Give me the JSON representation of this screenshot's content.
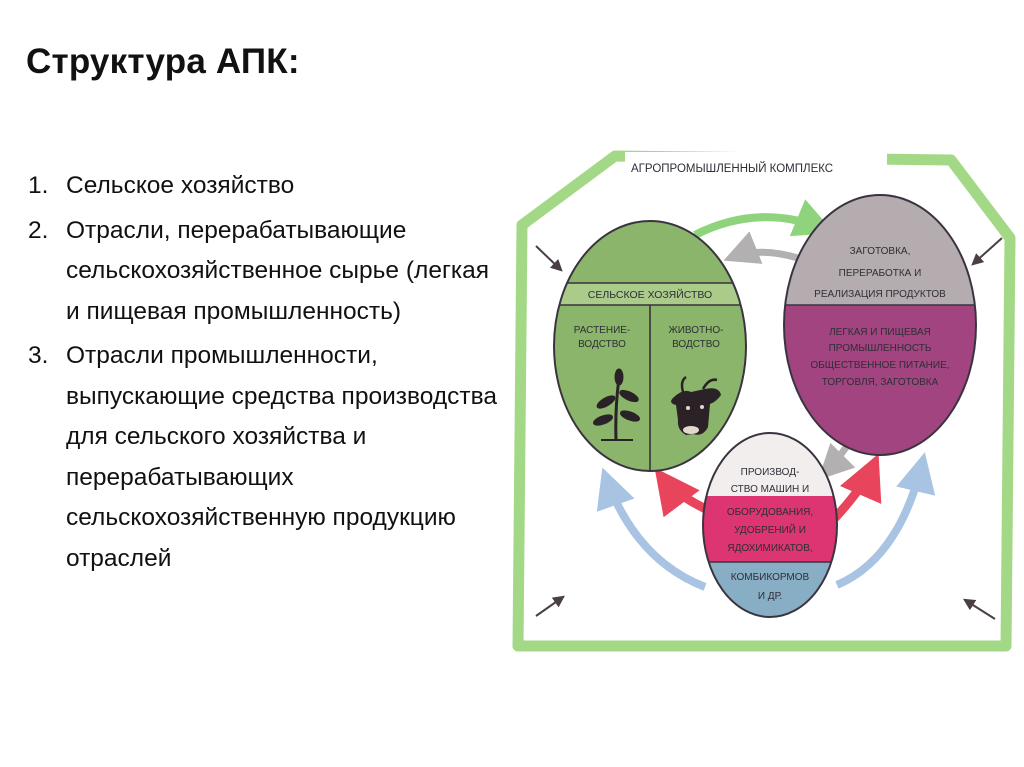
{
  "slide": {
    "title": "Структура АПК:"
  },
  "list": [
    {
      "number": "1.",
      "text": "Сельское хозяйство"
    },
    {
      "number": "2.",
      "text": "Отрасли, перерабатывающие сельскохозяйственное сырье (легкая и пищевая промышленность)"
    },
    {
      "number": "3.",
      "text": "Отрасли промышленности, выпускающие средства производства для сельского хозяйства и перерабатывающих сельскохозяйственную продукцию отраслей"
    }
  ],
  "diagram": {
    "frame_label": "АГРОПРОМЫШЛЕННЫЙ КОМПЛЕКС",
    "agriculture": {
      "title": "СЕЛЬСКОЕ ХОЗЯЙСТВО",
      "crop_line1": "РАСТЕНИЕ-",
      "crop_line2": "ВОДСТВО",
      "livestock_line1": "ЖИВОТНО-",
      "livestock_line2": "ВОДСТВО",
      "crop_icon": "plant-icon",
      "livestock_icon": "cow-icon"
    },
    "processing": {
      "header_line1": "ЗАГОТОВКА,",
      "header_line2": "ПЕРЕРАБОТКА И",
      "header_line3": "РЕАЛИЗАЦИЯ ПРОДУКТОВ",
      "body_line1": "ЛЕГКАЯ И ПИЩЕВАЯ",
      "body_line2": "ПРОМЫШЛЕННОСТЬ",
      "body_line3": "ОБЩЕСТВЕННОЕ ПИТАНИЕ,",
      "body_line4": "ТОРГОВЛЯ, ЗАГОТОВКА"
    },
    "production": {
      "line1": "ПРОИЗВОД-",
      "line2": "СТВО МАШИН И",
      "line3": "ОБОРУДОВАНИЯ,",
      "line4": "УДОБРЕНИЙ И",
      "line5": "ЯДОХИМИКАТОВ,",
      "line6": "КОМБИКОРМОВ",
      "line7": "И ДР."
    },
    "colors": {
      "frame_green": "#a3d886",
      "agri_green": "#8ab56a",
      "processing_grey": "#b4acaf",
      "processing_purple": "#a2447f",
      "production_white": "#f1eeed",
      "production_pink": "#dc3572",
      "production_blue": "#87aec5",
      "arrow_green": "#8fd47d",
      "arrow_grey": "#b3b0b2",
      "arrow_red": "#e8445c",
      "arrow_blue": "#a8c4e2",
      "outline": "#3a3340"
    }
  }
}
